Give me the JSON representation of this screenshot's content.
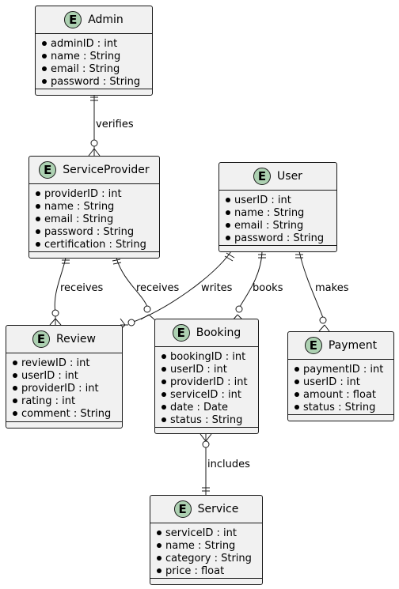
{
  "entities": {
    "admin": {
      "badge": "E",
      "name": "Admin",
      "attrs": [
        "adminID : int",
        "name : String",
        "email : String",
        "password : String"
      ]
    },
    "service_provider": {
      "badge": "E",
      "name": "ServiceProvider",
      "attrs": [
        "providerID : int",
        "name : String",
        "email : String",
        "password : String",
        "certification : String"
      ]
    },
    "user": {
      "badge": "E",
      "name": "User",
      "attrs": [
        "userID : int",
        "name : String",
        "email : String",
        "password : String"
      ]
    },
    "review": {
      "badge": "E",
      "name": "Review",
      "attrs": [
        "reviewID : int",
        "userID : int",
        "providerID : int",
        "rating : int",
        "comment : String"
      ]
    },
    "booking": {
      "badge": "E",
      "name": "Booking",
      "attrs": [
        "bookingID : int",
        "userID : int",
        "providerID : int",
        "serviceID : int",
        "date : Date",
        "status : String"
      ]
    },
    "payment": {
      "badge": "E",
      "name": "Payment",
      "attrs": [
        "paymentID : int",
        "userID : int",
        "amount : float",
        "status : String"
      ]
    },
    "service": {
      "badge": "E",
      "name": "Service",
      "attrs": [
        "serviceID : int",
        "name : String",
        "category : String",
        "price : float"
      ]
    }
  },
  "relationships": {
    "verifies": "verifies",
    "receives_review": "receives",
    "receives_booking": "receives",
    "writes": "writes",
    "books": "books",
    "makes": "makes",
    "includes": "includes"
  }
}
